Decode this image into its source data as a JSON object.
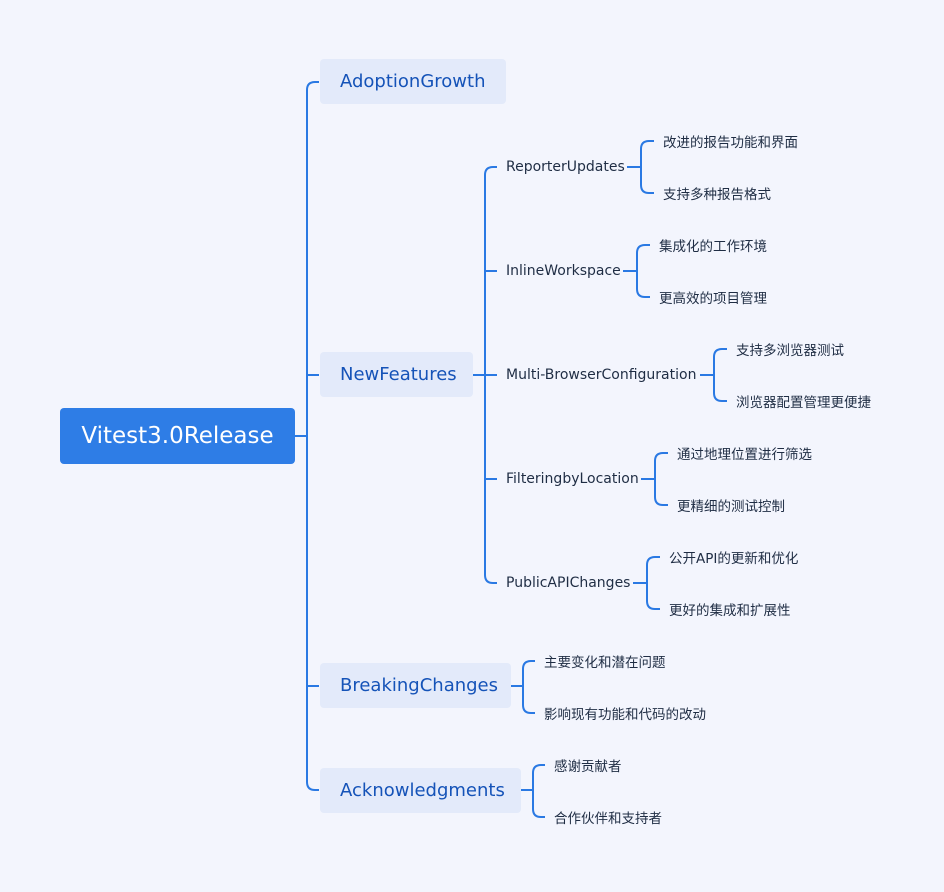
{
  "mindmap": {
    "root": "Vitest3.0Release",
    "branches": [
      {
        "label": "AdoptionGrowth",
        "children": []
      },
      {
        "label": "NewFeatures",
        "children": [
          {
            "label": "ReporterUpdates",
            "children": [
              "改进的报告功能和界面",
              "支持多种报告格式"
            ]
          },
          {
            "label": "InlineWorkspace",
            "children": [
              "集成化的工作环境",
              "更高效的项目管理"
            ]
          },
          {
            "label": "Multi-BrowserConfiguration",
            "children": [
              "支持多浏览器测试",
              "浏览器配置管理更便捷"
            ]
          },
          {
            "label": "FilteringbyLocation",
            "children": [
              "通过地理位置进行筛选",
              "更精细的测试控制"
            ]
          },
          {
            "label": "PublicAPIChanges",
            "children": [
              "公开API的更新和优化",
              "更好的集成和扩展性"
            ]
          }
        ]
      },
      {
        "label": "BreakingChanges",
        "children": [
          "主要变化和潜在问题",
          "影响现有功能和代码的改动"
        ]
      },
      {
        "label": "Acknowledgments",
        "children": [
          "感谢贡献者",
          "合作伙伴和支持者"
        ]
      }
    ]
  },
  "colors": {
    "background": "#f3f5fd",
    "root_fill": "#2e7de6",
    "branch_fill": "#e3eafa",
    "branch_text": "#1553b8",
    "connector": "#2a79e3"
  }
}
